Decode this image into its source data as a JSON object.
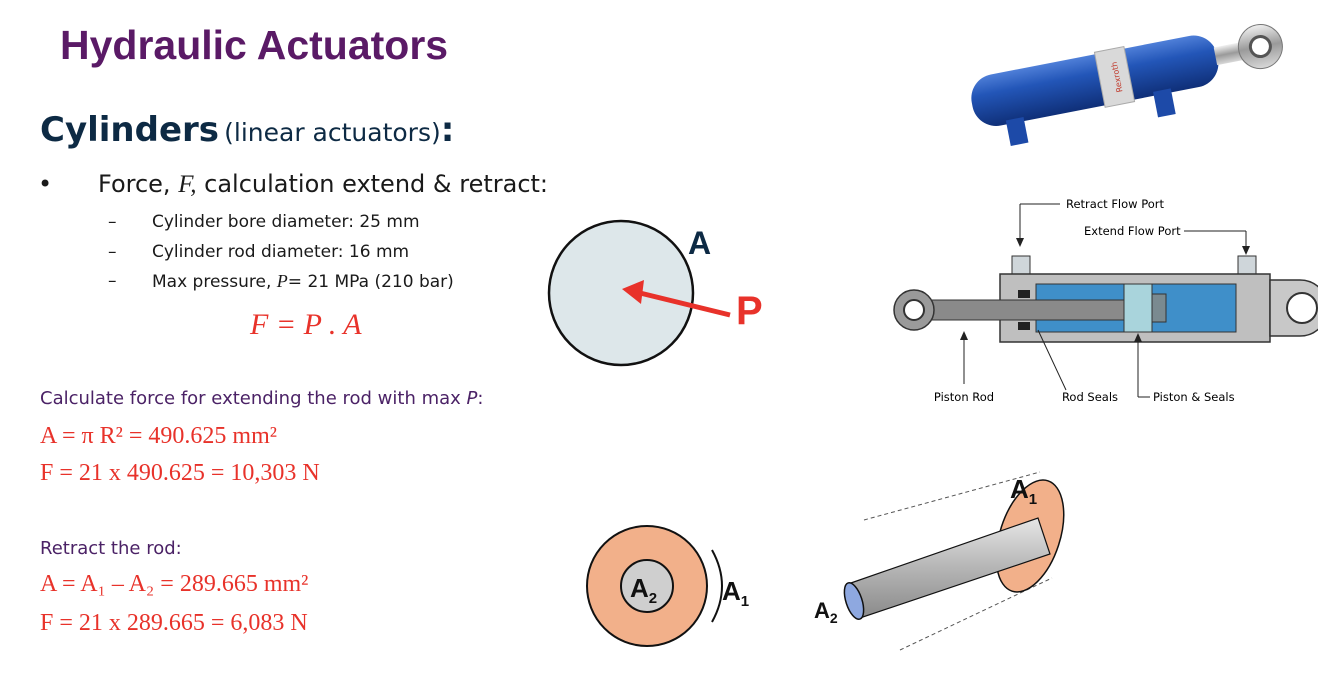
{
  "slide": {
    "title": "Hydraulic Actuators",
    "subtitle_main": "Cylinders",
    "subtitle_paren": "(linear actuators)",
    "subtitle_colon": ":",
    "bullet_symbol": "•",
    "bullet_text_a": "Force, ",
    "bullet_var": "F,",
    "bullet_text_b": " calculation extend & retract:",
    "dash_symbol": "–",
    "sub_items": [
      {
        "text": "Cylinder bore diameter: 25 mm"
      },
      {
        "text": "Cylinder rod diameter: 16 mm"
      },
      {
        "text_a": "Max pressure, ",
        "var": "P",
        "text_b": "= 21 MPa (210 bar)"
      }
    ],
    "formula": "F = P . A",
    "extend_label_a": "Calculate force for extending the rod with max ",
    "extend_label_var": "P",
    "extend_label_b": ":",
    "extend_eq1": "A = π R² = 490.625 mm²",
    "extend_eq2": "F = 21 x 490.625 = 10,303 N",
    "retract_label": "Retract the rod:",
    "retract_eq1": "A = A₁ – A₂ = 289.665 mm²",
    "retract_eq2": "F = 21 x 289.665 = 6,083 N"
  },
  "pressure_diagram": {
    "area_label": "A",
    "pressure_label": "P"
  },
  "cylinder_diagram": {
    "retract_port": "Retract Flow Port",
    "extend_port": "Extend Flow Port",
    "piston_rod": "Piston Rod",
    "rod_seals": "Rod Seals",
    "piston_seals": "Piston & Seals",
    "brand": "Rexroth"
  },
  "area_diagram": {
    "a1": "A",
    "a1_sub": "1",
    "a2": "A",
    "a2_sub": "2"
  },
  "colors": {
    "title": "#5a1a66",
    "subtitle": "#0d2a44",
    "formula_red": "#e8322a",
    "label_purple": "#4b2266",
    "annulus_orange": "#f2b08a",
    "cylinder_blue": "#1f4fb0"
  }
}
